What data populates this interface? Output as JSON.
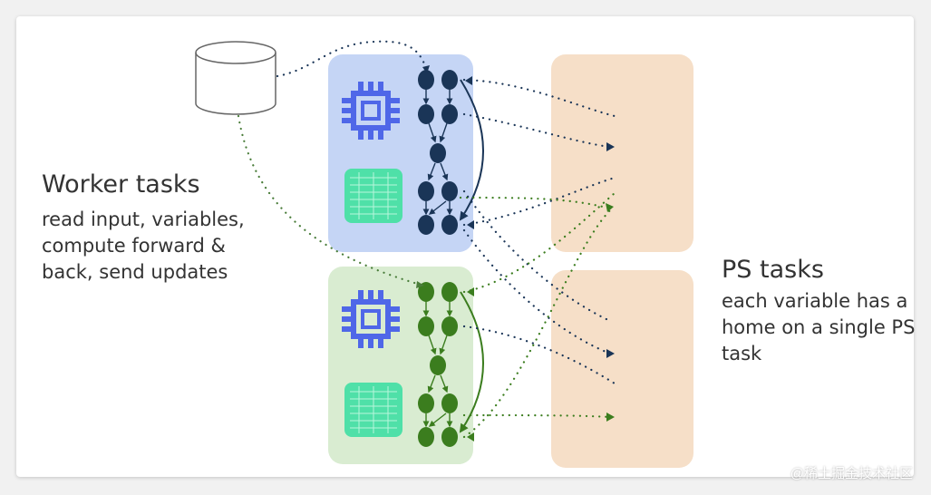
{
  "worker": {
    "title": "Worker tasks",
    "description": "read input, variables, compute forward & back, send updates"
  },
  "ps": {
    "title": "PS tasks",
    "description": "each variable has a home on a single PS task"
  },
  "watermark": "@稀土掘金技术社区",
  "colors": {
    "worker1_bg": "#c5d5f5",
    "worker2_bg": "#d9ecd1",
    "ps_bg": "#f6dfc8",
    "worker1_node": "#1a3557",
    "worker2_node": "#3b7d1e",
    "cpu_icon": "#4f67e8",
    "gpu_icon": "#4fe0a8",
    "ps_arrow": "#2c4a66",
    "input_dots": "#4a7d3a"
  },
  "icons": [
    "database-icon",
    "cpu-icon",
    "gpu-icon"
  ]
}
